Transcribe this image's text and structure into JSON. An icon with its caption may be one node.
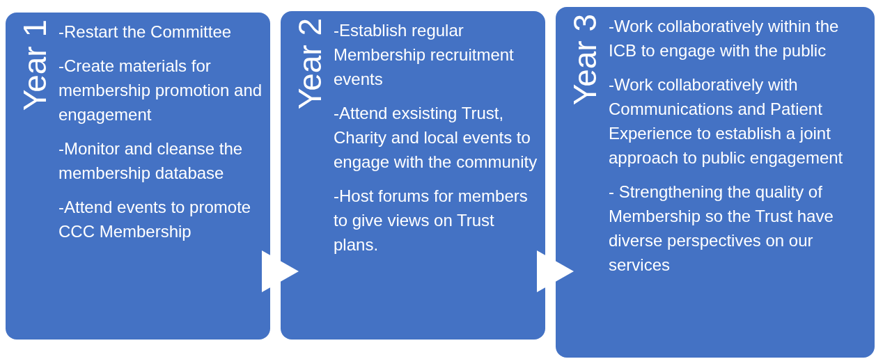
{
  "diagram": {
    "nodes": [
      {
        "text": [
          "Year 1",
          "-Restart the Committee",
          "-Create materials for membership promotion and engagement",
          "-Monitor and cleanse the membership database",
          "-Attend events to promote CCC Membership"
        ]
      },
      {
        "text": [
          "Year 2",
          "-Establish regular Membership recruitment events",
          "-Attend exsisting Trust, Charity and local events to engage with the community",
          "-Host forums for members to give views on Trust plans."
        ]
      },
      {
        "text": [
          "Year 3",
          "-Work collaboratively within the ICB to engage with the public",
          "-Work collaboratively with Communications and Patient Experience to establish a joint approach to public engagement",
          "- Strengthening the quality of Membership so the Trust have diverse perspectives on our services"
        ]
      }
    ],
    "edges": [
      {
        "from": 0,
        "to": 1,
        "arrow": "to"
      },
      {
        "from": 1,
        "to": 2,
        "arrow": "to"
      }
    ]
  }
}
